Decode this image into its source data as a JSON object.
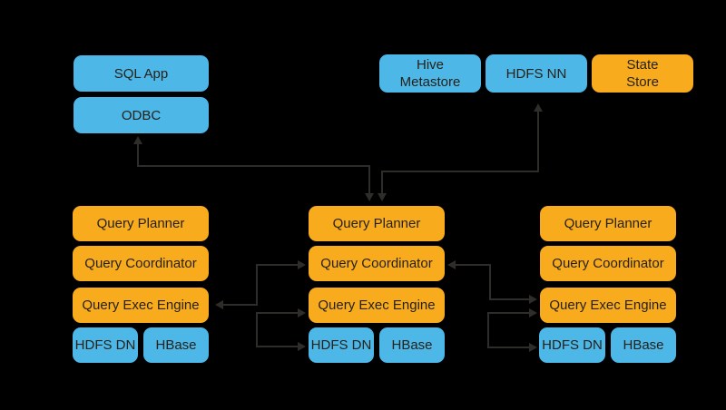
{
  "colors": {
    "background": "#000000",
    "node_blue": "#4db7e8",
    "node_orange": "#f8ab1c",
    "label_text": "#262219",
    "arrow": "#2f2d29"
  },
  "nodes": {
    "sql_app": "SQL App",
    "odbc": "ODBC",
    "hive_metastore": "Hive\nMetastore",
    "hdfs_nn": "HDFS NN",
    "state_store": "State\nStore",
    "impalad_left": {
      "query_planner": "Query Planner",
      "query_coordinator": "Query Coordinator",
      "query_exec_engine": "Query Exec Engine",
      "hdfs_dn": "HDFS DN",
      "hbase": "HBase"
    },
    "impalad_middle": {
      "query_planner": "Query Planner",
      "query_coordinator": "Query Coordinator",
      "query_exec_engine": "Query Exec Engine",
      "hdfs_dn": "HDFS DN",
      "hbase": "HBase"
    },
    "impalad_right": {
      "query_planner": "Query Planner",
      "query_coordinator": "Query Coordinator",
      "query_exec_engine": "Query Exec Engine",
      "hdfs_dn": "HDFS DN",
      "hbase": "HBase"
    }
  },
  "edges": [
    {
      "from": "odbc",
      "to": "impalad_middle.query_planner",
      "direction": "bidirectional"
    },
    {
      "from": "impalad_middle.query_planner",
      "to": "hdfs_nn",
      "direction": "bidirectional"
    },
    {
      "from": "impalad_left.query_exec_engine",
      "to": "impalad_middle.query_coordinator",
      "direction": "bidirectional"
    },
    {
      "from": "impalad_left.query_exec_engine",
      "to": "impalad_middle.query_exec_engine",
      "direction": "forward"
    },
    {
      "from": "impalad_left.query_exec_engine",
      "to": "impalad_middle.hdfs_dn",
      "direction": "forward"
    },
    {
      "from": "impalad_middle.query_coordinator",
      "to": "impalad_right.query_exec_engine",
      "direction": "bidirectional"
    },
    {
      "from": "impalad_middle.query_exec_engine",
      "to": "impalad_right.query_exec_engine",
      "direction": "forward"
    },
    {
      "from": "impalad_middle.query_exec_engine",
      "to": "impalad_right.hdfs_dn",
      "direction": "forward"
    }
  ]
}
